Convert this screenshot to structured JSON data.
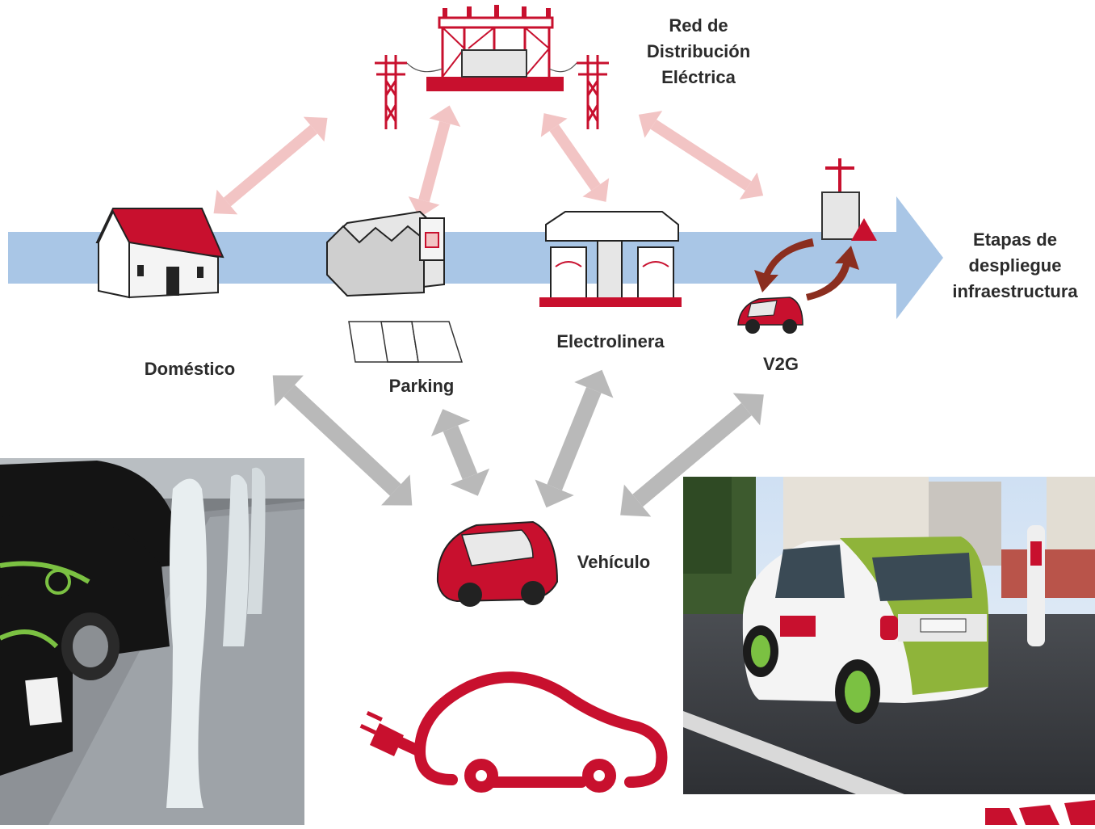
{
  "labels": {
    "grid_line1": "Red de",
    "grid_line2": "Distribución",
    "grid_line3": "Eléctrica",
    "stages_line1": "Etapas de",
    "stages_line2": "despliegue",
    "stages_line3": "infraestructura",
    "domestic": "Doméstico",
    "parking": "Parking",
    "station": "Electrolinera",
    "v2g": "V2G",
    "vehicle": "Vehículo"
  },
  "colors": {
    "brand_red": "#c8102e",
    "timeline_blue": "#a9c6e6",
    "grid_arrow_pink": "#f2c4c4",
    "vehicle_arrow_grey": "#b9b9b9",
    "v2g_arrow_brown": "#8b2e1f"
  },
  "photos": {
    "left": "photo-charging-poles-row",
    "right": "photo-smart-electric-drive-car"
  },
  "icons": [
    "substation-icon",
    "pylon-icon",
    "house-icon",
    "factory-icon",
    "parking-spaces-icon",
    "charging-station-icon",
    "transformer-icon",
    "car-icon",
    "ev-plug-logo-icon",
    "brand-logo-icon"
  ]
}
